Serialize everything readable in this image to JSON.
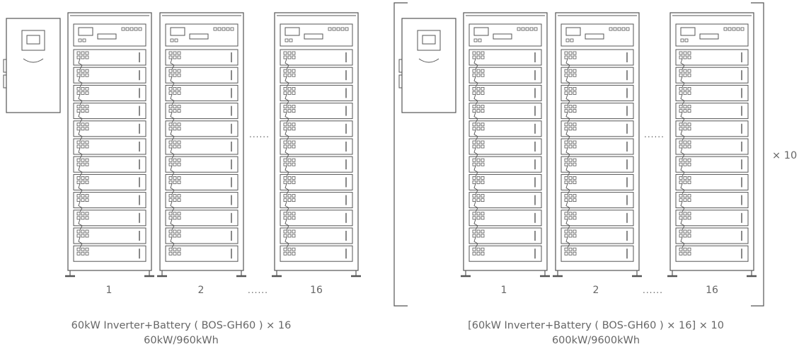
{
  "left_group": {
    "rack_labels": [
      "1",
      "2",
      "16"
    ],
    "gap_dots": "......",
    "between_racks_dots": "......",
    "caption_line1": "60kW Inverter+Battery ( BOS-GH60 ) × 16",
    "caption_line2": "60kW/960kWh"
  },
  "right_group": {
    "rack_labels": [
      "1",
      "2",
      "16"
    ],
    "gap_dots": "......",
    "between_racks_dots": "......",
    "multiplier": "× 10",
    "caption_line1": "[60kW Inverter+Battery ( BOS-GH60 ) × 16] × 10",
    "caption_line2": "600kW/9600kWh"
  },
  "battery_modules_per_rack": 12,
  "colors": {
    "stroke": "#555555",
    "text": "#666666"
  }
}
